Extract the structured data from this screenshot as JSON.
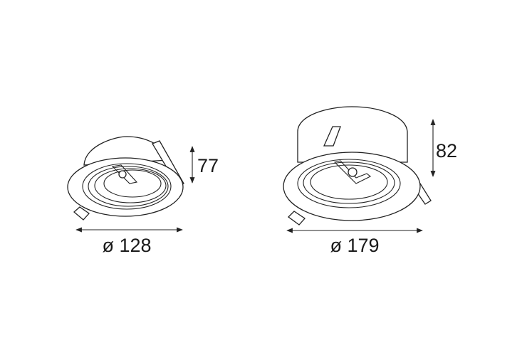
{
  "fixtures": [
    {
      "name": "small-recessed-downlight",
      "height_label": "77",
      "diameter_label": "ø 128"
    },
    {
      "name": "large-recessed-downlight",
      "height_label": "82",
      "diameter_label": "ø 179"
    }
  ]
}
